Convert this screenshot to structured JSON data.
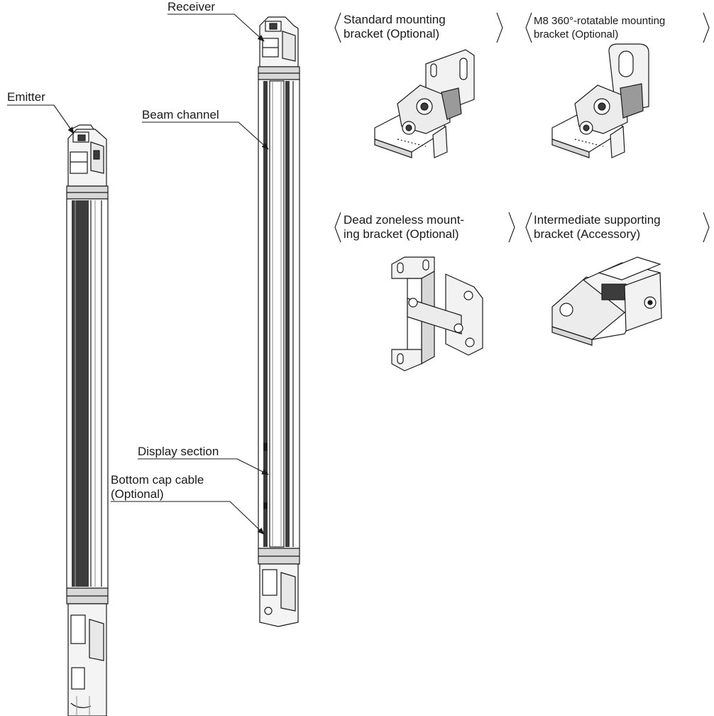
{
  "labels": {
    "receiver": "Receiver",
    "emitter": "Emitter",
    "beam_channel": "Beam channel",
    "display_section": "Display section",
    "bottom_cap_cable_line1": "Bottom cap cable",
    "bottom_cap_cable_line2": "(Optional)"
  },
  "brackets": {
    "standard": {
      "line1": "Standard mounting",
      "line2": "bracket (Optional)"
    },
    "rotatable": {
      "line1": "M8 360°-rotatable mounting",
      "line2": "bracket (Optional)"
    },
    "dead_zoneless": {
      "line1": "Dead zoneless mount-",
      "line2": "ing bracket (Optional)"
    },
    "intermediate": {
      "line1": "Intermediate supporting",
      "line2": "bracket (Accessory)"
    }
  },
  "colors": {
    "line": "#1a1a1a",
    "gray": "#9a9a9a",
    "dark": "#3c3c3c"
  }
}
